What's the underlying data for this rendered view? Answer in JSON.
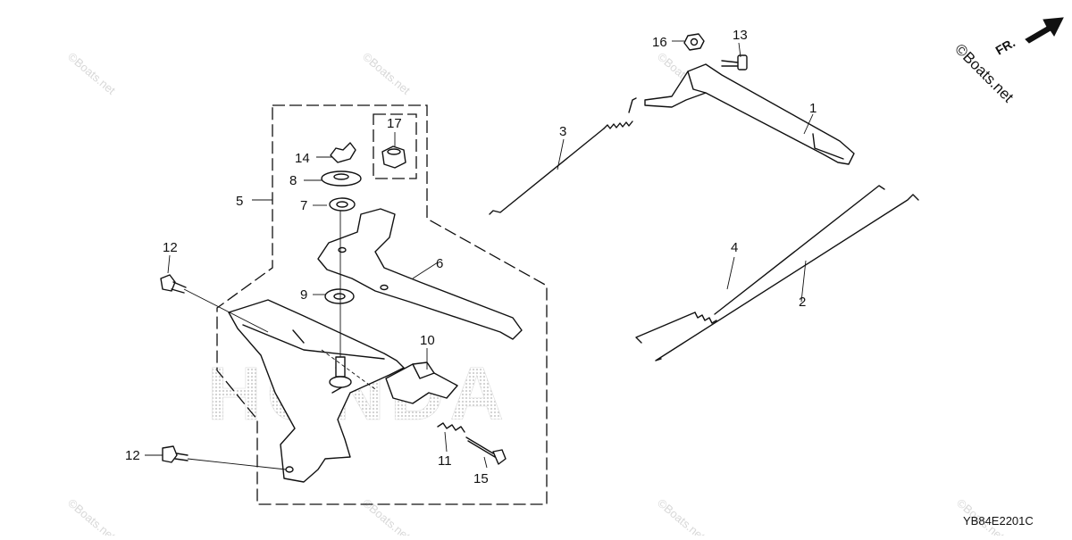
{
  "diagram": {
    "copyright": "©Boats.net",
    "direction_label": "FR.",
    "brand_watermark": "HONDA",
    "diagram_code": "YB84E2201C",
    "watermark_text": "©Boats.net"
  },
  "callouts": {
    "p1": "1",
    "p2": "2",
    "p3": "3",
    "p4": "4",
    "p5": "5",
    "p6": "6",
    "p7": "7",
    "p8": "8",
    "p9": "9",
    "p10": "10",
    "p11": "11",
    "p12a": "12",
    "p12b": "12",
    "p13": "13",
    "p14": "14",
    "p15": "15",
    "p16": "16",
    "p17": "17"
  },
  "colors": {
    "line": "#111111",
    "watermark": "#d8d8d8",
    "brand_dots": "#cfcfcf"
  }
}
